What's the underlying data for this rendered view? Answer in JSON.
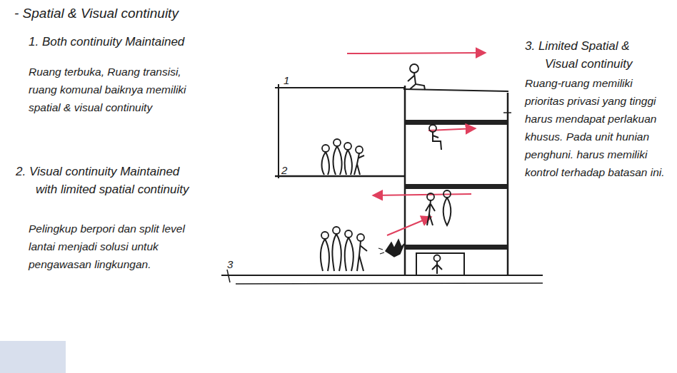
{
  "diagram": {
    "title": "- Spatial & Visual continuity",
    "labels": [
      "1. Both continuity Maintained",
      "Ruang terbuka, Ruang transisi, ruang komunal baiknya memiliki spatial & visual continuity",
      "2. Visual continuity Maintained with limited spatial continuity",
      "Pelingkup berpori dan split level lantai menjadi solusi untuk pengawasan lingkungan.",
      "3. Limited Spatial & Visual continuity",
      "Ruang-ruang memiliki prioritas privasi yang tinggi harus mendapat perlakuan khusus. Pada unit hunian penghuni. harus memiliki kontrol terhadap batasan ini.",
      "1",
      "2",
      "3"
    ]
  }
}
